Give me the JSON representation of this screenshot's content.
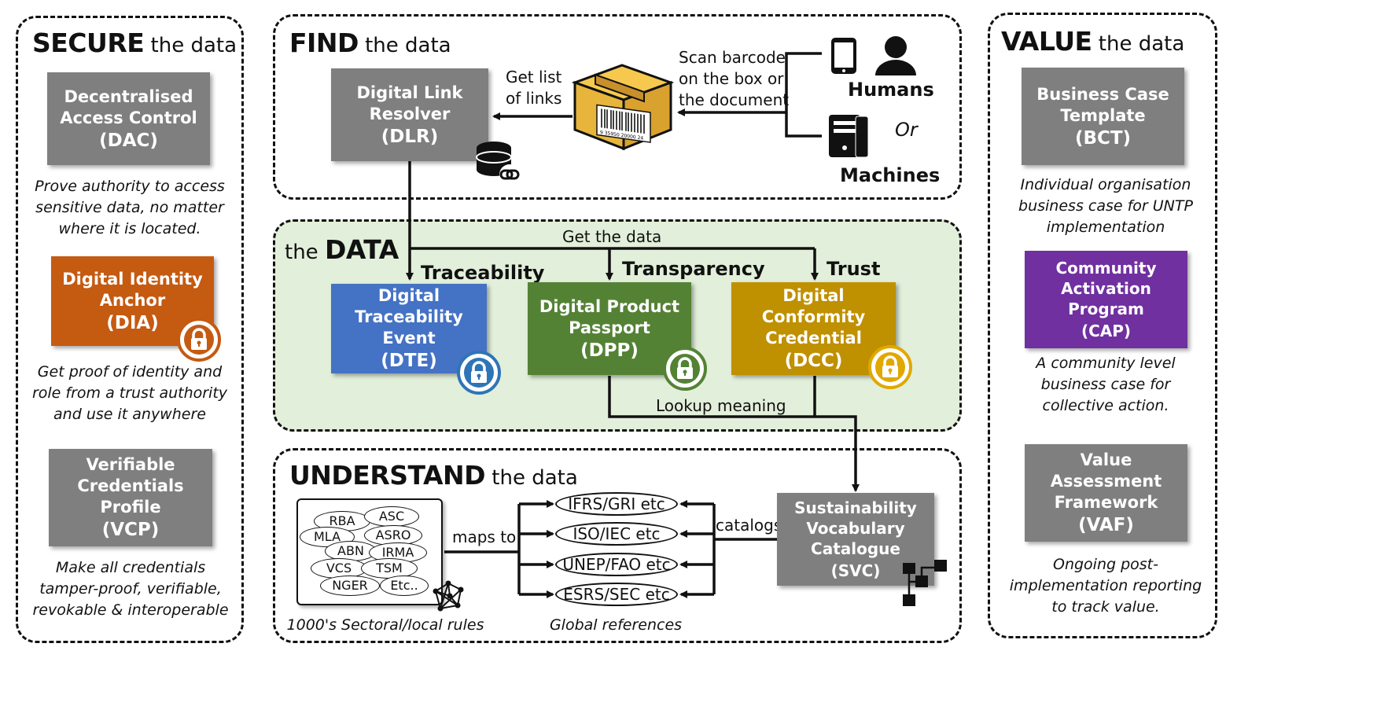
{
  "secure": {
    "title_bold": "SECURE",
    "title_rest": "the data",
    "dac": {
      "line1": "Decentralised",
      "line2": "Access Control",
      "abbr": "(DAC)",
      "caption": [
        "Prove authority to access",
        "sensitive data, no matter",
        "where it is located."
      ]
    },
    "dia": {
      "line1": "Digital Identity",
      "line2": "Anchor",
      "abbr": "(DIA)",
      "caption": [
        "Get proof of identity and",
        "role from a trust authority",
        "and use it anywhere"
      ]
    },
    "vcp": {
      "line1": "Verifiable",
      "line2": "Credentials Profile",
      "abbr": "(VCP)",
      "caption": [
        "Make all credentials",
        "tamper-proof, verifiable,",
        "revokable & interoperable"
      ]
    }
  },
  "find": {
    "title_bold": "FIND",
    "title_rest": "the data",
    "dlr": {
      "line1": "Digital Link",
      "line2": "Resolver",
      "abbr": "(DLR)"
    },
    "get_list": [
      "Get list",
      "of links"
    ],
    "scan": [
      "Scan barcode",
      "on the box or",
      "the document"
    ],
    "humans": "Humans",
    "or": "Or",
    "machines": "Machines",
    "barcode_digits": "9 35950 20000 24"
  },
  "data": {
    "title_pre": "the",
    "title_bold": "DATA",
    "get_the_data": "Get the data",
    "traceability": "Traceability",
    "transparency": "Transparency",
    "trust": "Trust",
    "dte": {
      "line1": "Digital",
      "line2": "Traceability Event",
      "abbr": "(DTE)"
    },
    "dpp": {
      "line1": "Digital Product",
      "line2": "Passport",
      "abbr": "(DPP)"
    },
    "dcc": {
      "line1": "Digital Conformity",
      "line2": "Credential",
      "abbr": "(DCC)"
    },
    "lookup": "Lookup meaning"
  },
  "understand": {
    "title_bold": "UNDERSTAND",
    "title_rest": "the data",
    "rules": [
      "RBA",
      "ASC",
      "MLA",
      "ASRO",
      "ABN",
      "IRMA",
      "VCS",
      "TSM",
      "NGER",
      "Etc.."
    ],
    "maps_to": "maps to",
    "refs": [
      "IFRS/GRI etc",
      "ISO/IEC etc",
      "UNEP/FAO etc",
      "ESRS/SEC etc"
    ],
    "catalogs": "catalogs",
    "svc": {
      "line1": "Sustainability",
      "line2": "Vocabulary",
      "line3": "Catalogue",
      "abbr": "(SVC)"
    },
    "rules_caption": "1000's Sectoral/local rules",
    "refs_caption": "Global references"
  },
  "value": {
    "title_bold": "VALUE",
    "title_rest": "the data",
    "bct": {
      "line1": "Business Case",
      "line2": "Template",
      "abbr": "(BCT)",
      "caption": [
        "Individual organisation",
        "business case for UNTP",
        "implementation"
      ]
    },
    "cap": {
      "line1": "Community",
      "line2": "Activation",
      "line3": "Program",
      "abbr": "(CAP)",
      "caption": [
        "A community level",
        "business case for",
        "collective action."
      ]
    },
    "vaf": {
      "line1": "Value Assessment",
      "line2": "Framework",
      "abbr": "(VAF)",
      "caption": [
        "Ongoing post-",
        "implementation reporting",
        "to track value."
      ]
    }
  },
  "colors": {
    "gray": "#7f7f7f",
    "orange": "#c55a11",
    "purple": "#7030a0",
    "blue": "#4472c4",
    "green": "#548235",
    "gold": "#bf9000",
    "data_bg": "#e2efda"
  }
}
